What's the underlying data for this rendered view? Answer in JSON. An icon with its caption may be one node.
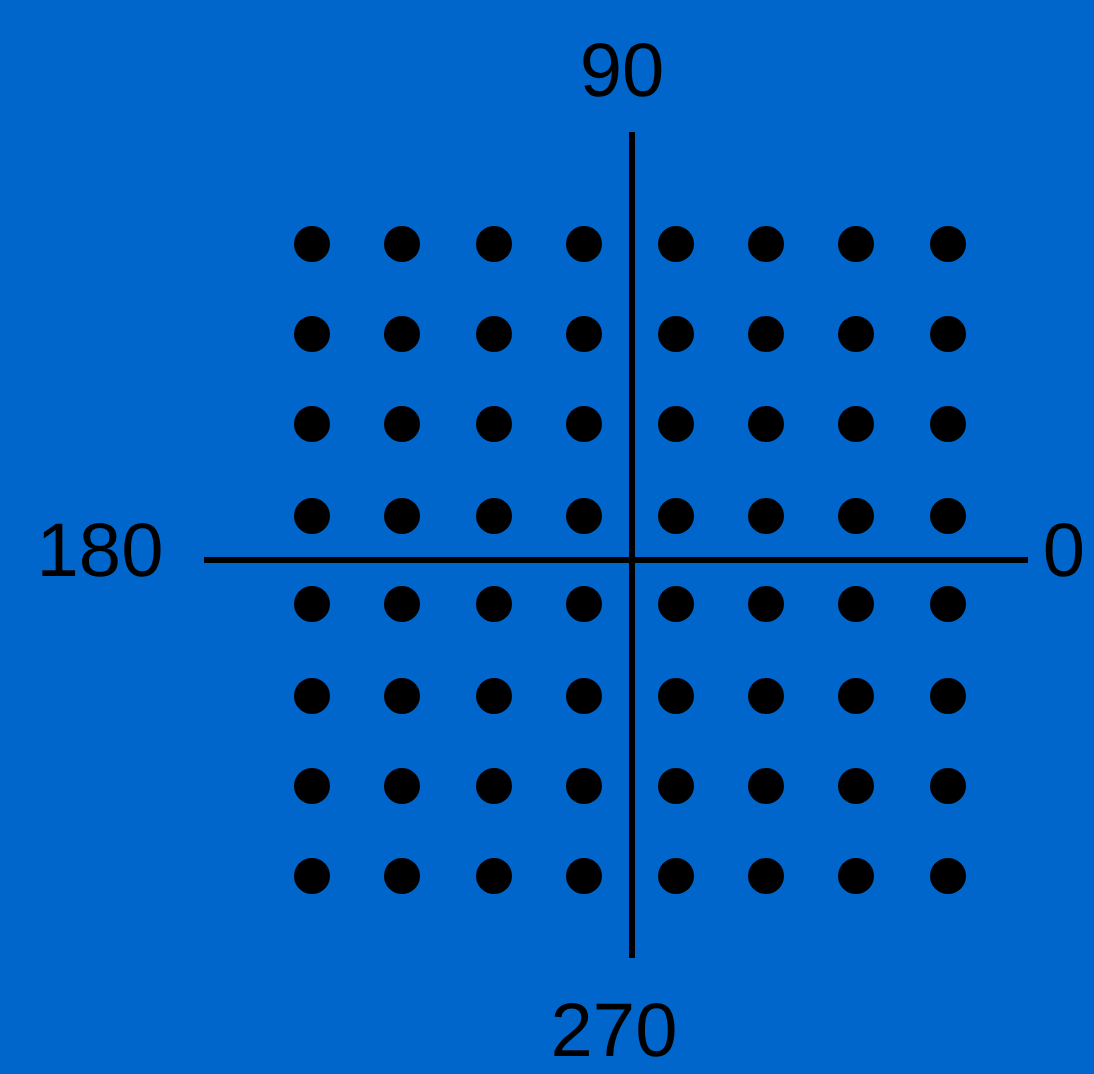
{
  "diagram": {
    "labels": [
      "90",
      "180",
      "0",
      "270"
    ]
  }
}
